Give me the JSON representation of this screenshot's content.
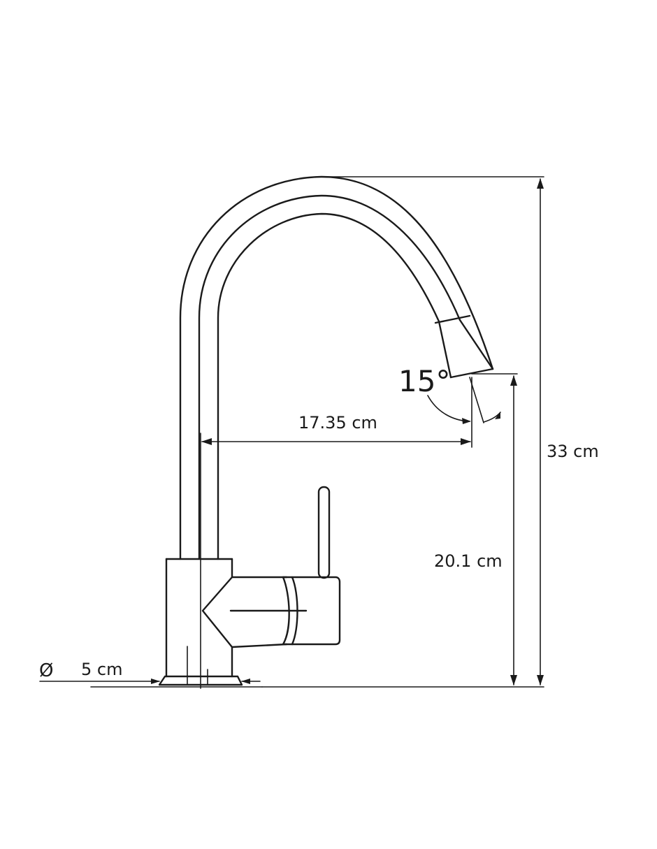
{
  "diagram": {
    "line_color": "#1a1a1a",
    "background": "#ffffff",
    "labels": {
      "total_height": "33 cm",
      "spout_height": "20.1 cm",
      "reach": "17.35 cm",
      "angle": "15°",
      "diameter_symbol": "Ø",
      "diameter": "5 cm"
    }
  }
}
